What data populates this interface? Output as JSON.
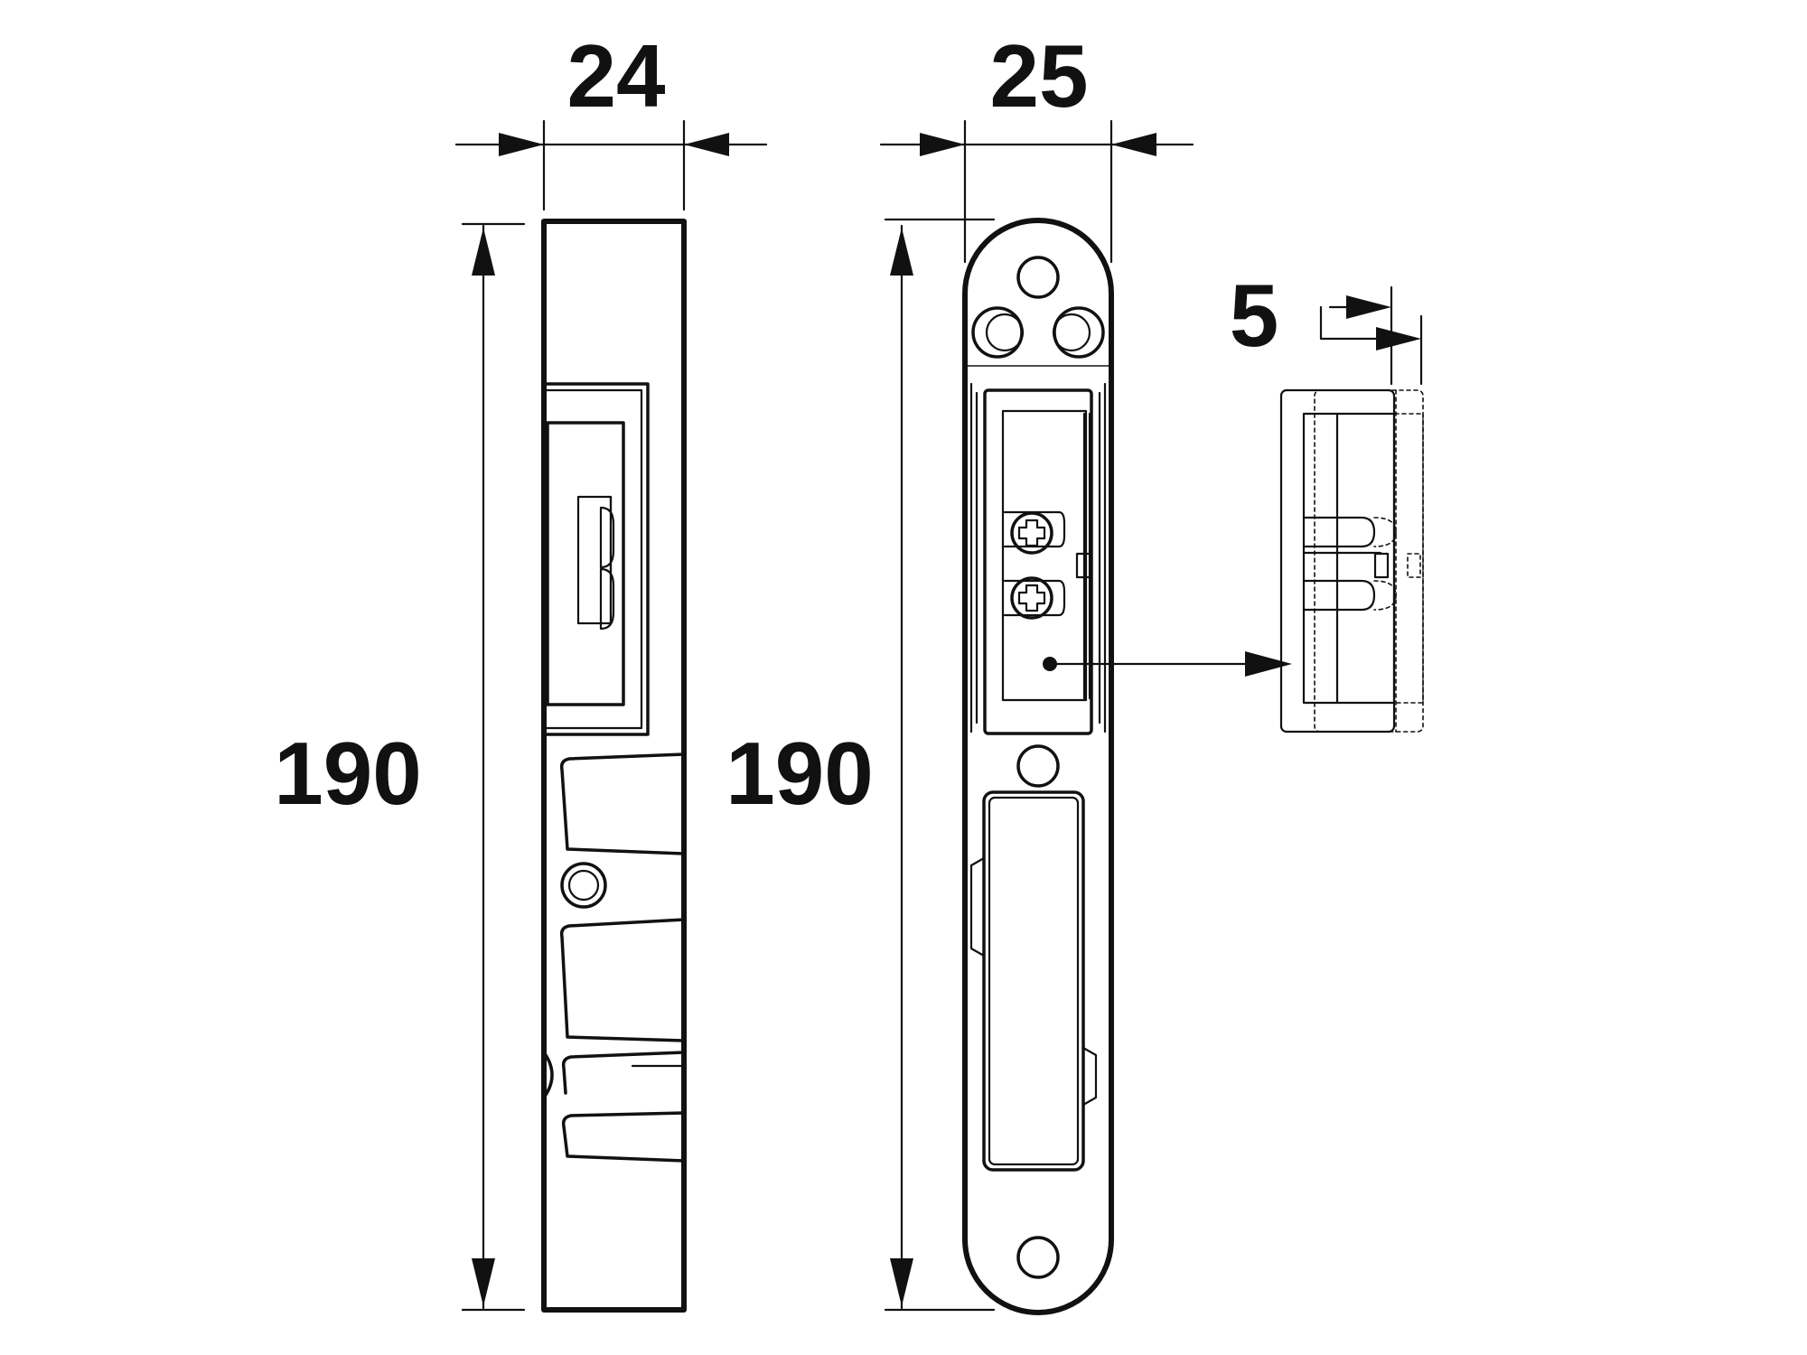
{
  "dimensions": {
    "strike_width": "24",
    "plate_width": "25",
    "strike_height": "190",
    "plate_height": "190",
    "adjustment": "5"
  },
  "colors": {
    "line": "#111111",
    "background": "#ffffff"
  }
}
